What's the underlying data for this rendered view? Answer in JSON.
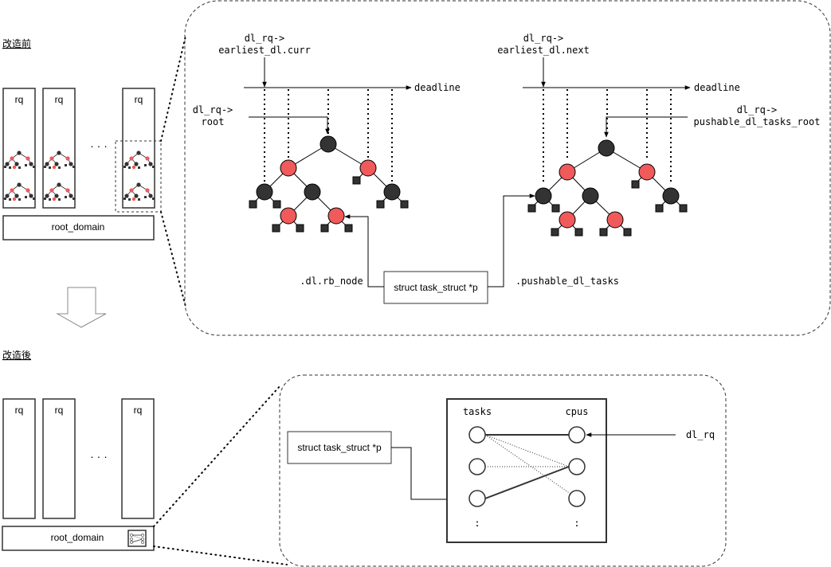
{
  "before": {
    "heading": "改造前",
    "rq_labels": [
      "rq",
      "rq",
      "rq"
    ],
    "ellipsis": "· · ·",
    "root_domain": "root_domain"
  },
  "after": {
    "heading": "改造後",
    "rq_labels": [
      "rq",
      "rq",
      "rq"
    ],
    "ellipsis": "· · ·",
    "root_domain": "root_domain"
  },
  "detail_top": {
    "left_pointer": [
      "dl_rq->",
      "earliest_dl.curr"
    ],
    "right_pointer": [
      "dl_rq->",
      "earliest_dl.next"
    ],
    "deadline_left": "deadline",
    "deadline_right": "deadline",
    "root_left": [
      "dl_rq->",
      "root"
    ],
    "root_right": [
      "dl_rq->",
      "pushable_dl_tasks_root"
    ],
    "task_struct": "struct task_struct *p",
    "rb_node_label": ".dl.rb_node",
    "pushable_label": ".pushable_dl_tasks"
  },
  "detail_bottom": {
    "task_struct": "struct task_struct *p",
    "tasks_header": "tasks",
    "cpus_header": "cpus",
    "dl_rq": "dl_rq",
    "tasks_more": ":",
    "cpus_more": ":"
  }
}
